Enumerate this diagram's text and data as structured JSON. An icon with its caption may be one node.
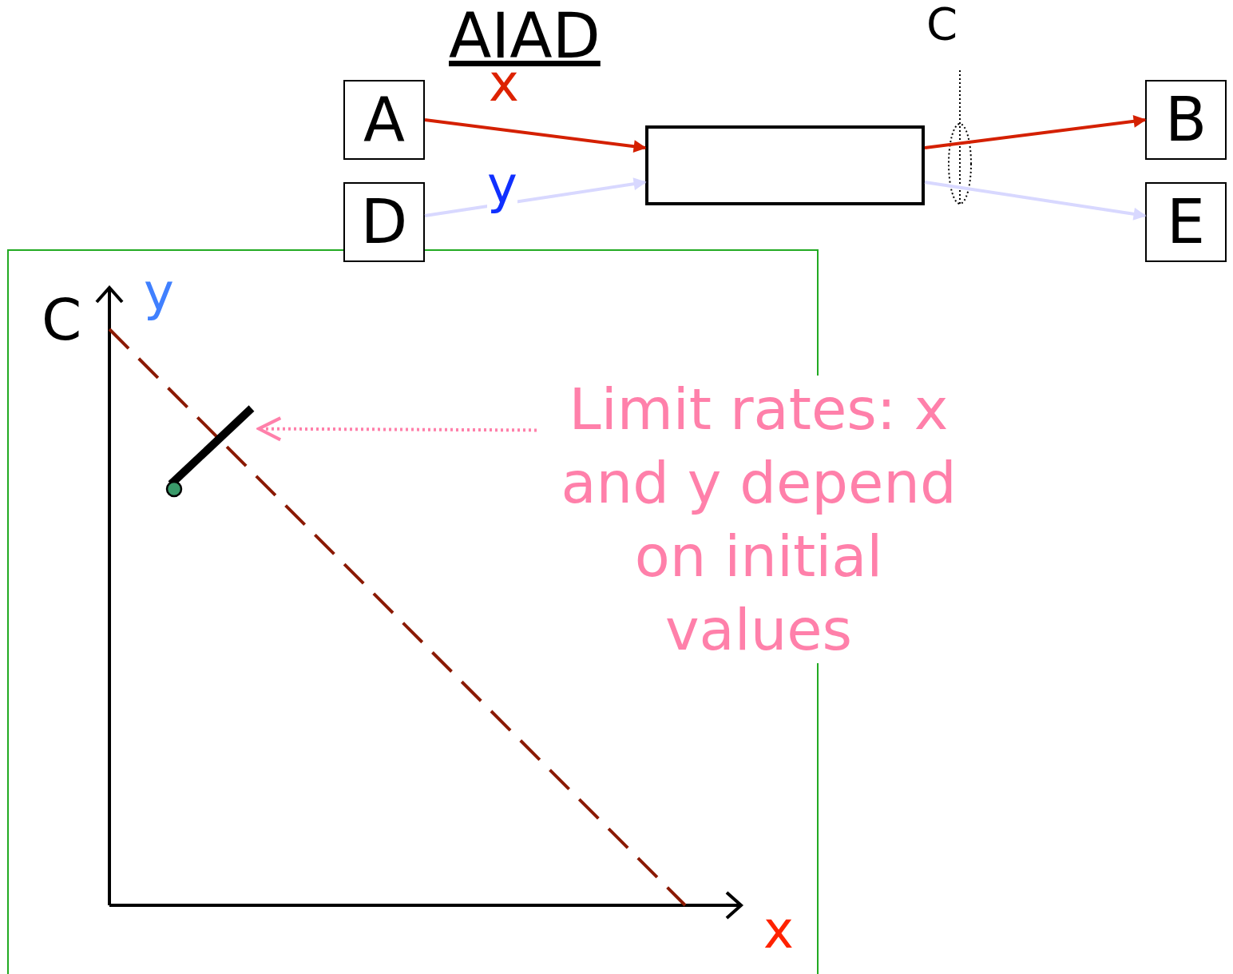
{
  "diagram": {
    "title": "AIAD",
    "nodes": [
      {
        "text": [
          "A"
        ]
      },
      {
        "text": [
          "D"
        ]
      },
      {
        "text": [],
        "shape": "box"
      },
      {
        "text": [
          "B"
        ]
      },
      {
        "text": [
          "E"
        ]
      },
      {
        "text": [
          "Limit rates: x and y depend on initial values"
        ]
      },
      {
        "text": [],
        "shape": "bar"
      }
    ],
    "edges": [
      {
        "from": 0,
        "to": 2,
        "arrow": "to",
        "label": "x",
        "color": "#d42000"
      },
      {
        "from": 1,
        "to": 2,
        "arrow": "to",
        "label": "y",
        "color": "#d8d8ff"
      },
      {
        "from": 2,
        "to": 3,
        "arrow": "to",
        "color": "#d42000"
      },
      {
        "from": 2,
        "to": 4,
        "arrow": "to",
        "color": "#d8d8ff"
      },
      {
        "from": 5,
        "to": 6,
        "arrow": "to",
        "style": "dashed",
        "color": "#ff80aa"
      }
    ],
    "labels": [
      "C",
      "C",
      "y",
      "x"
    ]
  }
}
